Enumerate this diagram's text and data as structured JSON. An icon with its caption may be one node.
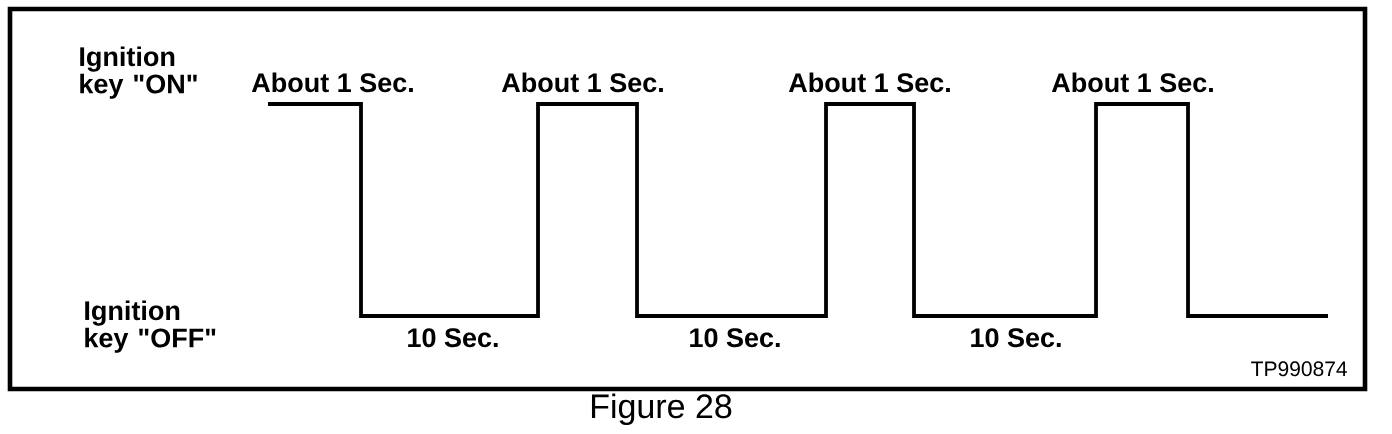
{
  "diagram": {
    "caption": "Figure 28",
    "labels": [
      "Ignition key \"ON\"",
      "About 1 Sec.",
      "About 1 Sec.",
      "About 1 Sec.",
      "About 1 Sec.",
      "Ignition key \"OFF\"",
      "10 Sec.",
      "10 Sec.",
      "10 Sec.",
      "TP990874"
    ]
  }
}
